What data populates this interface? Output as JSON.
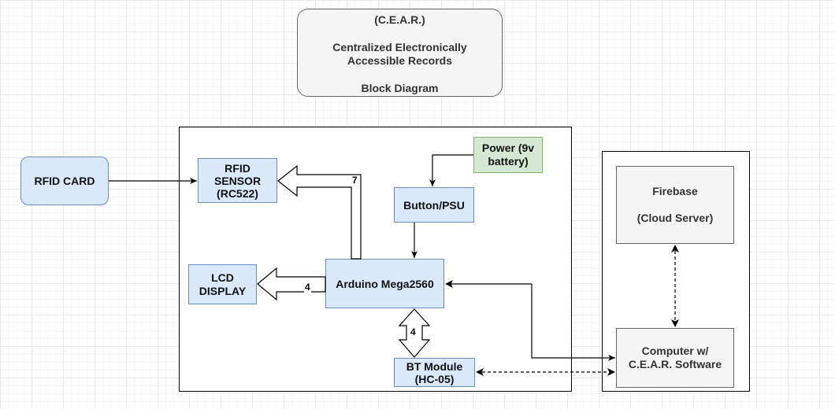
{
  "title_box": {
    "line1": "(C.E.A.R.)",
    "line2": "Centralized Electronically",
    "line3": "Accessible Records",
    "line4": "Block Diagram"
  },
  "nodes": {
    "rfid_card": "RFID CARD",
    "rfid_sensor": {
      "line1": "RFID",
      "line2": "SENSOR",
      "line3": "(RC522)"
    },
    "power": {
      "line1": "Power (9v",
      "line2": "battery)"
    },
    "button_psu": "Button/PSU",
    "lcd_display": {
      "line1": "LCD",
      "line2": "DISPLAY"
    },
    "arduino": "Arduino Mega2560",
    "bt_module": {
      "line1": "BT Module",
      "line2": "(HC-05)"
    },
    "firebase": {
      "line1": "Firebase",
      "line2": "(Cloud Server)"
    },
    "computer": {
      "line1": "Computer w/",
      "line2": "C.E.A.R. Software"
    }
  },
  "bus_labels": {
    "rfid_bus": "7",
    "lcd_bus": "4",
    "bt_bus": "4"
  },
  "colors": {
    "blue_fill": "#dae8fc",
    "blue_stroke": "#6c8ebf",
    "green_fill": "#d5e8d4",
    "green_stroke": "#82b366",
    "grey_fill": "#f5f5f5",
    "grey_stroke": "#666666"
  }
}
